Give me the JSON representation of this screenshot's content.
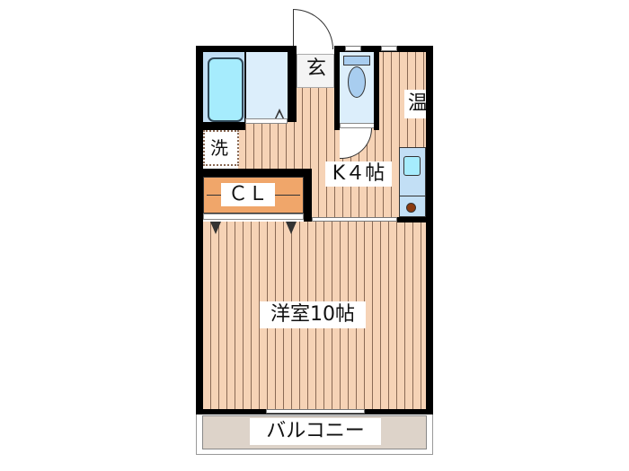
{
  "floorplan": {
    "rooms": {
      "entrance": "玄",
      "water_heater": "温",
      "laundry": "洗",
      "closet": "ＣＬ",
      "kitchen": "K４帖",
      "western_room": "洋室10帖",
      "balcony": "バルコニー"
    },
    "colors": {
      "wall": "#000000",
      "flooring": "#f6d3b6",
      "flooring_line": "#8a6a55",
      "wet_area": "#dceefb",
      "bathtub": "#a6ecfd",
      "closet": "#f0a66a",
      "balcony": "#ddd3c9",
      "stove_burner": "#8b3a0f"
    }
  }
}
